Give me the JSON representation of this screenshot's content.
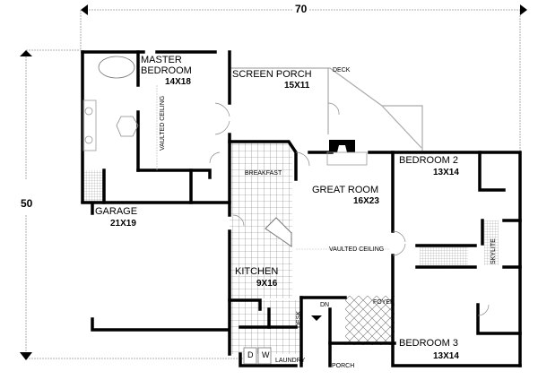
{
  "plan": {
    "overall_width": "70",
    "overall_depth": "50",
    "rooms": [
      {
        "name": "MASTER",
        "name2": "BEDROOM",
        "size": "14X18"
      },
      {
        "name": "SCREEN PORCH",
        "size": "15X11"
      },
      {
        "name": "GREAT ROOM",
        "size": "16X23"
      },
      {
        "name": "BEDROOM 2",
        "size": "13X14"
      },
      {
        "name": "GARAGE",
        "size": "21X19"
      },
      {
        "name": "KITCHEN",
        "size": "9X16"
      },
      {
        "name": "BEDROOM 3",
        "size": "13X14"
      }
    ],
    "annotations": {
      "deck": "DECK",
      "breakfast": "BREAKFAST",
      "vaulted_master": "VAULTED CEILING",
      "vaulted_great": "VAULTED CEILING",
      "skylite": "SKYLITE",
      "foyer": "FOYER",
      "dn": "DN",
      "desk": "DESK",
      "laundry": "LAUNDRY",
      "porch": "PORCH",
      "dryer": "D",
      "washer": "W"
    }
  }
}
